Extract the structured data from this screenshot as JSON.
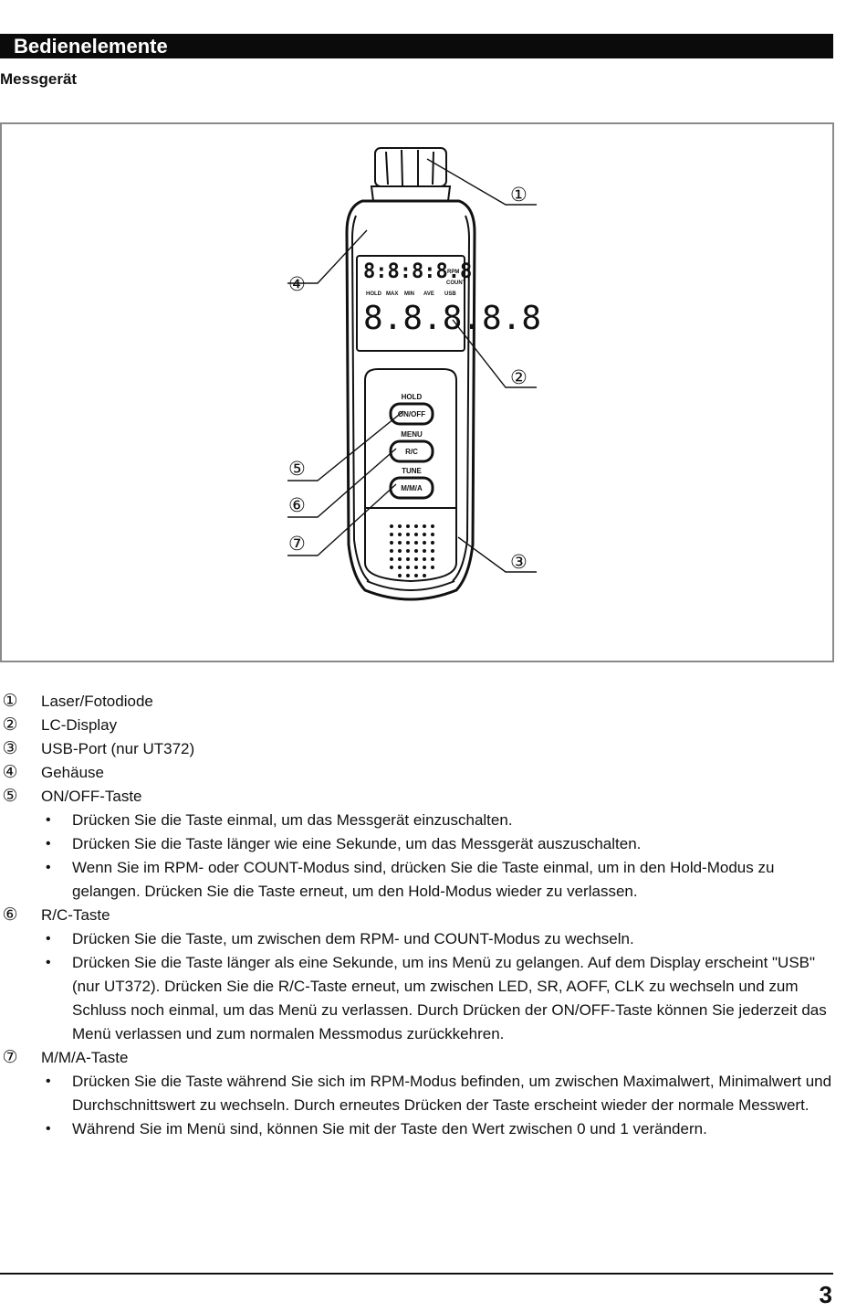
{
  "header": {
    "title": "Bedienelemente"
  },
  "subtitle": "Messgerät",
  "device": {
    "lcd_top_digits": "8:8:8:8.8",
    "lcd_bottom_digits": "8.8.8.8.8",
    "lcd_unit_rpm": "RPM",
    "lcd_unit_count": "COUNT",
    "lcd_indicators": [
      "HOLD",
      "MAX",
      "MIN",
      "AVE",
      "USB"
    ],
    "button_labels_above": [
      "HOLD",
      "MENU",
      "TUNE"
    ],
    "buttons": [
      "ON/OFF",
      "R/C",
      "M/M/A"
    ],
    "callouts": [
      "①",
      "②",
      "③",
      "④",
      "⑤",
      "⑥",
      "⑦"
    ]
  },
  "legend": [
    {
      "num": "①",
      "label": "Laser/Fotodiode",
      "bullets": []
    },
    {
      "num": "②",
      "label": "LC-Display",
      "bullets": []
    },
    {
      "num": "③",
      "label": "USB-Port (nur UT372)",
      "bullets": []
    },
    {
      "num": "④",
      "label": "Gehäuse",
      "bullets": []
    },
    {
      "num": "⑤",
      "label": "ON/OFF-Taste",
      "bullets": [
        "Drücken Sie die Taste einmal, um das Messgerät einzuschalten.",
        "Drücken Sie die Taste länger wie eine Sekunde, um das Messgerät auszuschalten.",
        "Wenn Sie im RPM- oder COUNT-Modus sind, drücken Sie die Taste einmal, um in den Hold-Modus zu gelangen. Drücken Sie die Taste erneut, um den Hold-Modus wieder zu verlassen."
      ]
    },
    {
      "num": "⑥",
      "label": "R/C-Taste",
      "bullets": [
        "Drücken Sie die Taste, um zwischen dem RPM- und COUNT-Modus zu wechseln.",
        "Drücken Sie die Taste länger als eine Sekunde, um ins Menü zu gelangen. Auf dem Display erscheint \"USB\" (nur UT372). Drücken Sie die R/C-Taste erneut, um zwischen LED, SR, AOFF, CLK zu wechseln und zum Schluss noch einmal, um das Menü zu verlassen. Durch Drücken der ON/OFF-Taste können Sie jederzeit das Menü verlassen und zum normalen Messmodus zurückkehren."
      ]
    },
    {
      "num": "⑦",
      "label": "M/M/A-Taste",
      "bullets": [
        "Drücken Sie die Taste während Sie sich im RPM-Modus befinden, um zwischen Maximalwert, Minimalwert und Durchschnittswert zu wechseln. Durch erneutes Drücken der Taste erscheint wieder der normale Messwert.",
        "Während Sie im Menü sind, können Sie mit der Taste den Wert zwischen 0 und 1 verändern."
      ]
    }
  ],
  "footer": {
    "page_number": "3"
  }
}
